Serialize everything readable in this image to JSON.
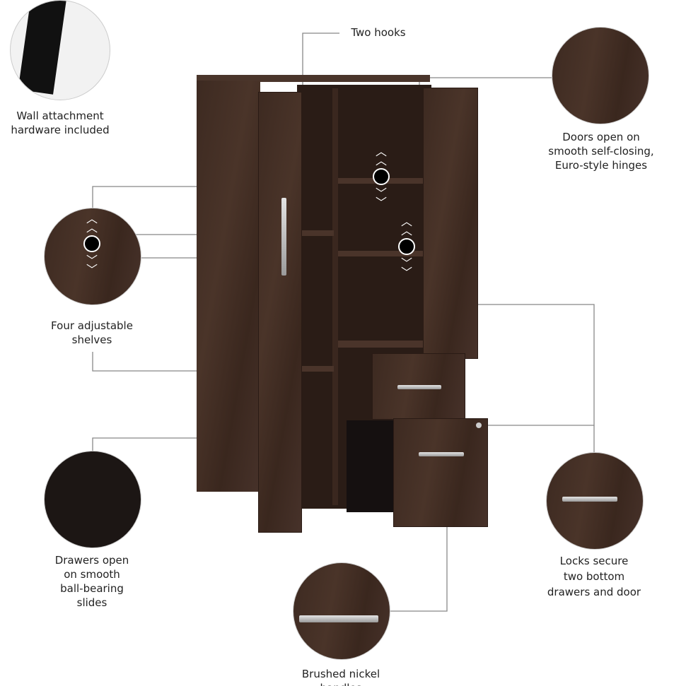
{
  "callouts": {
    "hooks": "Two hooks",
    "wall_1": "Wall attachment",
    "wall_2": "hardware included",
    "doors_1": "Doors open on",
    "doors_2": "smooth self-closing,",
    "doors_3": "Euro-style hinges",
    "shelves_1": "Four adjustable",
    "shelves_2": "shelves",
    "drawers_1": "Drawers open",
    "drawers_2": "on smooth",
    "drawers_3": "ball-bearing",
    "drawers_4": "slides",
    "locks_1": "Locks secure",
    "locks_2": "two bottom",
    "locks_3": "drawers and door",
    "handles_1": "Brushed nickel",
    "handles_2": "handles"
  },
  "colors": {
    "wood": "#3e2a21",
    "line": "#888888"
  }
}
